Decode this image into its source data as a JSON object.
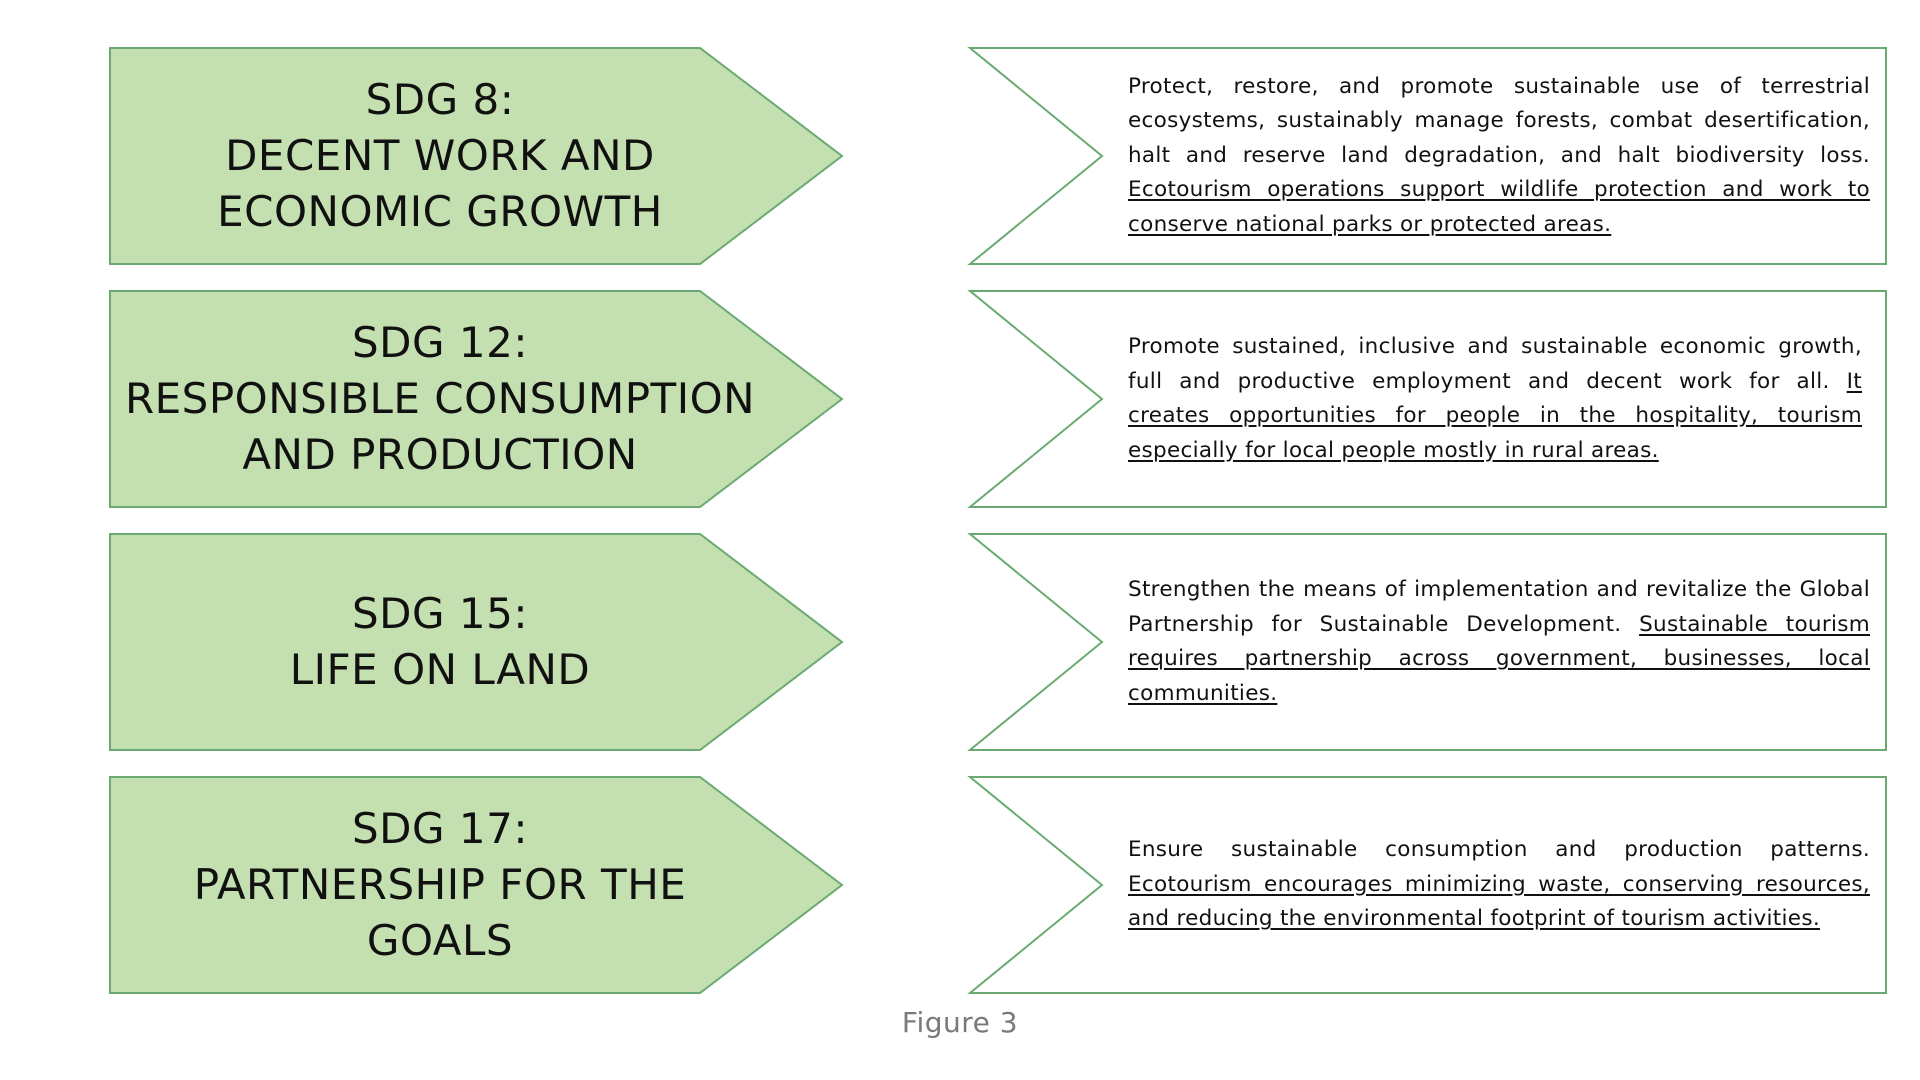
{
  "colors": {
    "arrow_fill": "#c5e0b0",
    "border": "#6aaa72",
    "text": "#111111",
    "caption": "#7a7a7a"
  },
  "rows": [
    {
      "title_line1": "SDG 8:",
      "title_line2": "DECENT WORK AND",
      "title_line3": "ECONOMIC GROWTH",
      "desc_plain": "Protect, restore, and promote sustainable use of terrestrial ecosystems, sustainably manage forests, combat desertification, halt and reserve land degradation, and halt biodiversity loss. ",
      "desc_underlined": "Ecotourism operations support wildlife protection and work to conserve national parks or protected areas."
    },
    {
      "title_line1": "SDG 12:",
      "title_line2": "RESPONSIBLE CONSUMPTION",
      "title_line3": "AND PRODUCTION",
      "desc_plain": "Promote sustained, inclusive and sustainable economic growth, full and productive employment and decent work for all. ",
      "desc_underlined": "It creates opportunities for people in the hospitality, tourism especially for local people mostly in rural areas."
    },
    {
      "title_line1": "SDG 15:",
      "title_line2": "LIFE ON LAND",
      "title_line3": "",
      "desc_plain": "Strengthen the means of implementation and revitalize the Global Partnership for Sustainable Development. ",
      "desc_underlined": "Sustainable tourism requires partnership across government, businesses, local communities."
    },
    {
      "title_line1": "SDG 17:",
      "title_line2": "PARTNERSHIP FOR THE",
      "title_line3": "GOALS",
      "desc_plain": "Ensure sustainable consumption and production patterns. ",
      "desc_underlined": "Ecotourism encourages minimizing waste, conserving resources, and reducing the environmental footprint of tourism activities."
    }
  ],
  "caption": "Figure 3"
}
